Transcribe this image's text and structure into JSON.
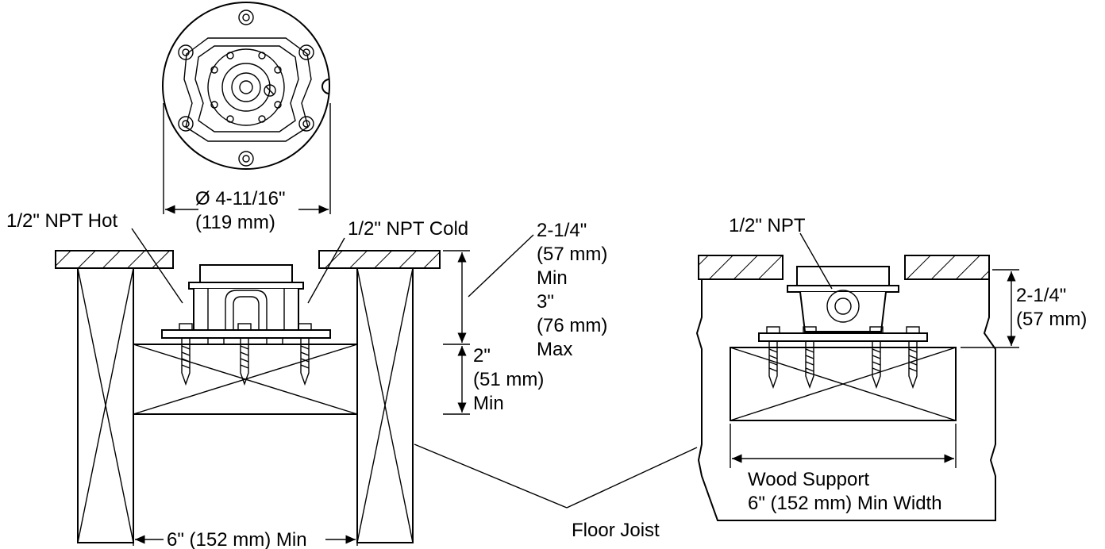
{
  "top_view": {
    "diameter_label": "Ø 4-11/16\"",
    "diameter_metric": "(119 mm)"
  },
  "left_view": {
    "hot_label": "1/2\" NPT Hot",
    "cold_label": "1/2\" NPT Cold",
    "depth_range": [
      "2-1/4\"",
      "(57 mm)",
      "Min",
      "3\"",
      "(76 mm)",
      "Max"
    ],
    "support_depth": [
      "2\"",
      "(51 mm)",
      "Min"
    ],
    "joist_spacing": "6\" (152 mm) Min"
  },
  "right_view": {
    "npt_label": "1/2\" NPT",
    "depth": [
      "2-1/4\"",
      "(57 mm)"
    ],
    "wood_support": [
      "Wood Support",
      "6\" (152 mm) Min Width"
    ]
  },
  "shared": {
    "floor_joist_label": "Floor Joist"
  }
}
